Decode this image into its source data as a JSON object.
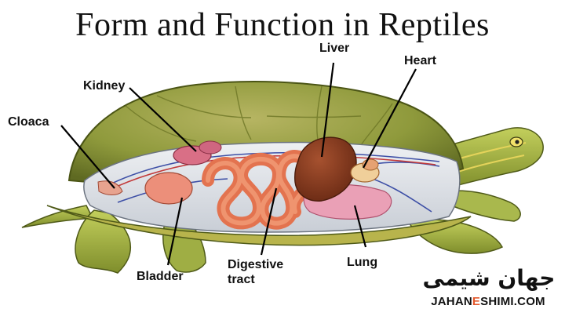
{
  "title": "Form and Function in Reptiles",
  "labels": {
    "liver": "Liver",
    "heart": "Heart",
    "kidney": "Kidney",
    "cloaca": "Cloaca",
    "bladder": "Bladder",
    "digestive_tract": "Digestive\ntract",
    "lung": "Lung"
  },
  "watermark": {
    "arabic": "جهان شیمی",
    "latin_prefix": "JAHAN",
    "latin_accent": "E",
    "latin_suffix": "SHIMI.COM"
  },
  "colors": {
    "shell": "#8f9a3c",
    "skin": "#a6b54a",
    "cavity": "#d9dde3",
    "intestine": "#e8825f",
    "liver": "#8a3b22",
    "lung": "#e8a0b4",
    "watermark_accent": "#e3572a"
  }
}
